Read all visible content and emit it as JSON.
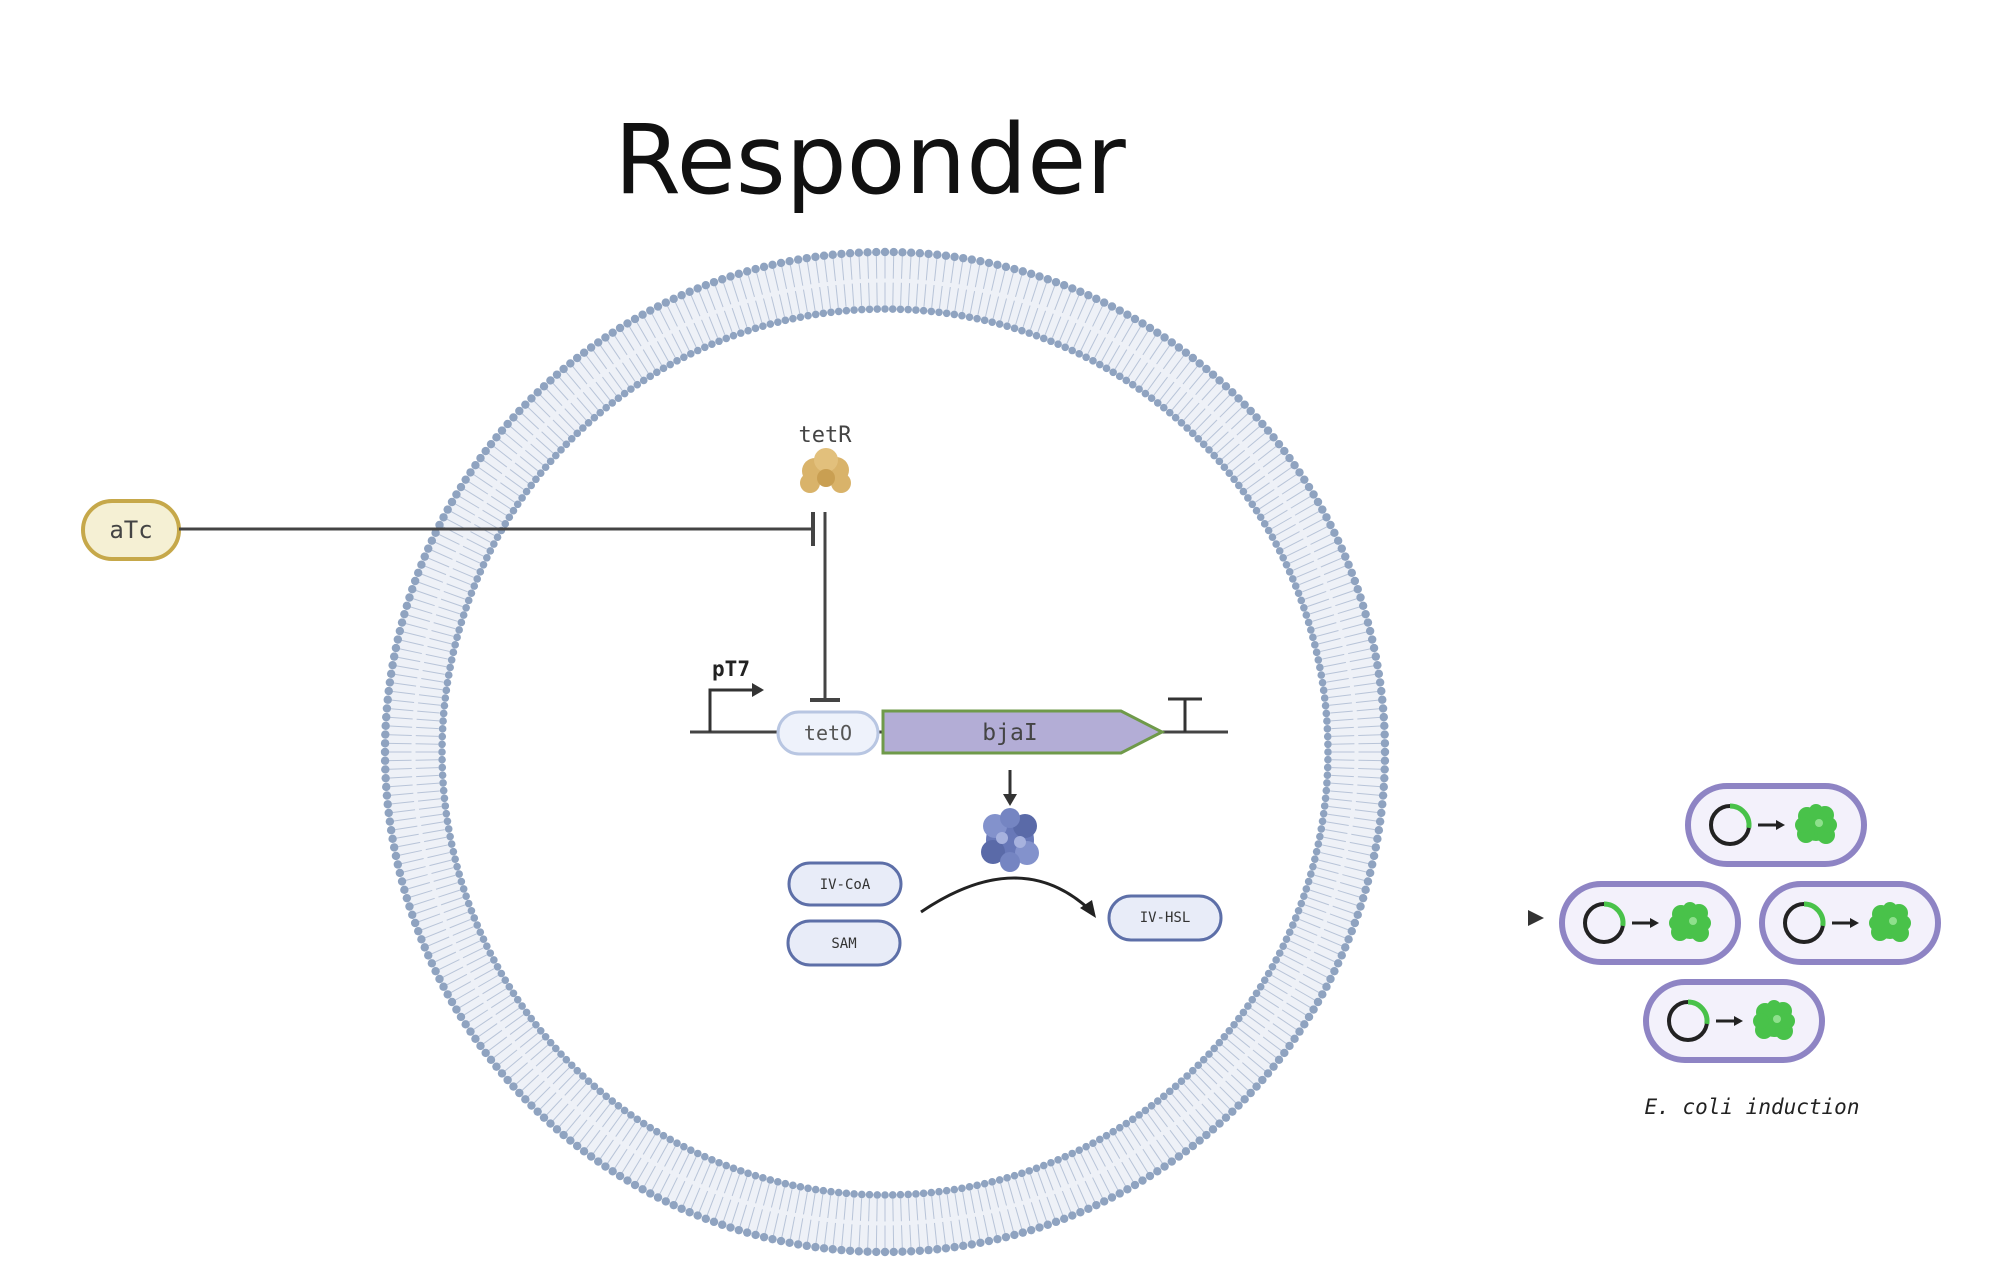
{
  "title": "Responder",
  "inducer": {
    "label": "aTc"
  },
  "repressor": {
    "label": "tetR"
  },
  "promoter": {
    "label": "pT7"
  },
  "operator": {
    "label": "tetO"
  },
  "gene": {
    "label": "bjaI"
  },
  "substrates": [
    {
      "label": "IV-CoA"
    },
    {
      "label": "SAM"
    }
  ],
  "product": {
    "label": "IV-HSL"
  },
  "target": {
    "caption": "E. coli induction"
  },
  "colors": {
    "membrane": "#8fa3c0",
    "inducer_fill": "#f5f0d4",
    "inducer_stroke": "#c6a84a",
    "repressor": "#d9b36a",
    "operator_fill": "#eef2fb",
    "operator_stroke": "#b8c6e2",
    "gene_fill": "#b3add6",
    "gene_stroke": "#6f9a4a",
    "molecule_fill": "#e8ecf8",
    "molecule_stroke": "#5d6fa8",
    "enzyme": "#6878b8",
    "cell_fill": "#f3f1fb",
    "cell_stroke": "#8e84c4",
    "gfp": "#49c24a",
    "line": "#333333"
  },
  "icons": [
    "membrane-ring",
    "tetr-protein-icon",
    "promoter-arrow-icon",
    "terminator-icon",
    "bjai-enzyme-icon",
    "plasmid-icon",
    "gfp-protein-icon"
  ]
}
